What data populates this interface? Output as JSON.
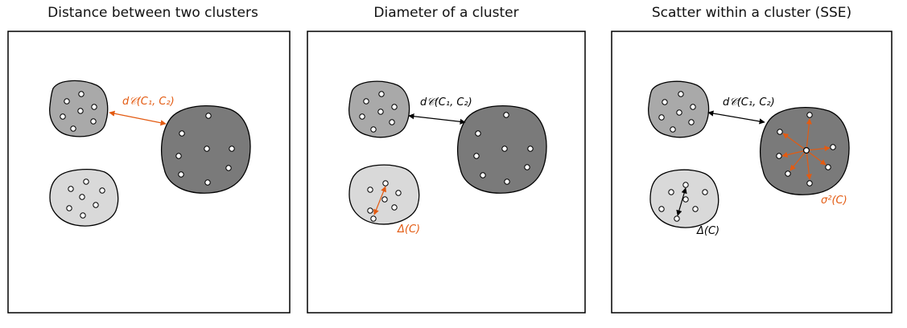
{
  "colors": {
    "accent": "#e35b12",
    "dark_cluster": "#7a7a7a",
    "mid_cluster": "#a9a9a9",
    "light_cluster": "#d9d9d9",
    "outline": "#000000"
  },
  "panels": [
    {
      "title": "Distance between two clusters",
      "distance_label": "d𝒞(C₁, C₂)",
      "distance_color": "accent"
    },
    {
      "title": "Diameter of a cluster",
      "distance_label": "d𝒞(C₁, C₂)",
      "diameter_label": "Δ(C)",
      "distance_color": "black",
      "diameter_color": "accent"
    },
    {
      "title": "Scatter within a cluster (SSE)",
      "distance_label": "d𝒞(C₁, C₂)",
      "diameter_label": "Δ(C)",
      "scatter_label": "σ²(C)",
      "distance_color": "black",
      "diameter_color": "black",
      "scatter_color": "accent"
    }
  ]
}
